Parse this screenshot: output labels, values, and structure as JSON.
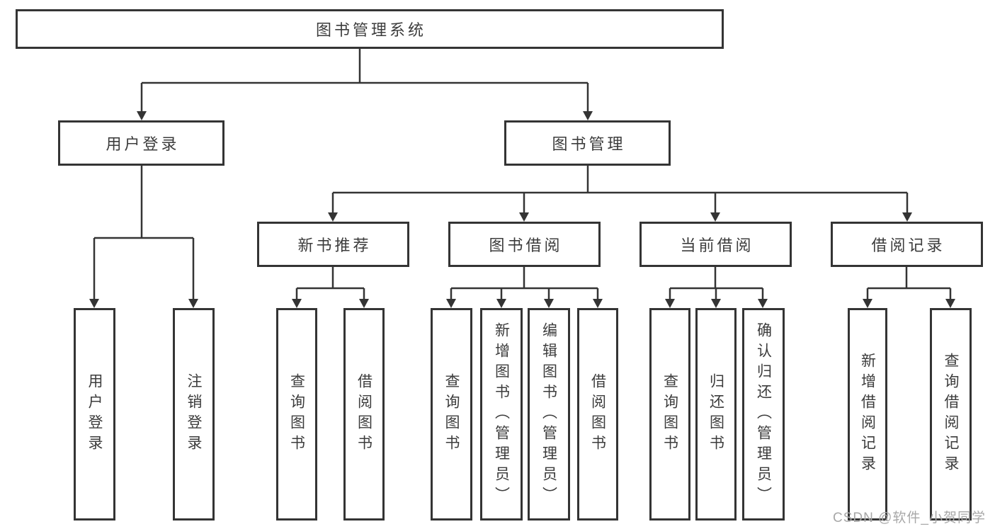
{
  "diagram": {
    "title": "图书管理系统",
    "level2": [
      "用户登录",
      "图书管理"
    ],
    "level3": [
      "新书推荐",
      "图书借阅",
      "当前借阅",
      "借阅记录"
    ],
    "leaves": {
      "userLogin": [
        "用户登录",
        "注销登录"
      ],
      "newBookRec": [
        "查询图书",
        "借阅图书"
      ],
      "bookBorrow": [
        "查询图书",
        "新增图书（管理员）",
        "编辑图书（管理员）",
        "借阅图书"
      ],
      "currentBorrow": [
        "查询图书",
        "归还图书",
        "确认归还（管理员）"
      ],
      "borrowRecords": [
        "新增借阅记录",
        "查询借阅记录"
      ]
    }
  },
  "watermark": "CSDN @软件_小贺同学",
  "colors": {
    "line": "#343434",
    "text": "#3c3c3c",
    "background": "#ffffff",
    "watermark": "#a8a8a8"
  }
}
